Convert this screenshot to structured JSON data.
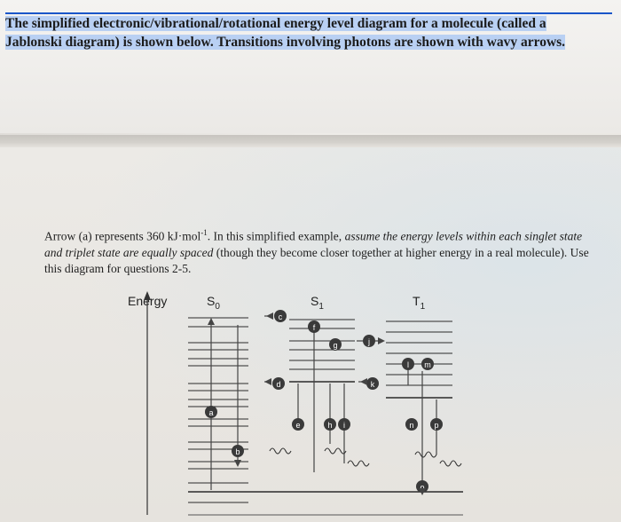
{
  "intro": {
    "line1": "The simplified electronic/vibrational/rotational energy level diagram for a molecule (called a",
    "line2": "Jablonski diagram) is shown below. Transitions involving photons are shown with wavy arrows."
  },
  "question": {
    "p1": "Arrow (a) represents 360 kJ·mol",
    "p1_sup": "-1",
    "p2": ". In this simplified example, ",
    "p3_italic": "assume the energy levels within each singlet state and triplet state are equally spaced",
    "p4": " (though they become closer together at higher energy in a real molecule). Use this diagram for questions 2-5."
  },
  "diagram": {
    "energy_label": "Energy",
    "state_s0": "S",
    "state_s0_sub": "0",
    "state_s1": "S",
    "state_s1_sub": "1",
    "state_t1": "T",
    "state_t1_sub": "1",
    "arrow_labels": [
      "a",
      "b",
      "c",
      "d",
      "e",
      "f",
      "g",
      "h",
      "i",
      "j",
      "k",
      "l",
      "m",
      "n",
      "o",
      "p"
    ],
    "colors": {
      "circle_fill": "#3a3a3a",
      "line": "#2b2b2b",
      "arrow": "#444444"
    }
  }
}
